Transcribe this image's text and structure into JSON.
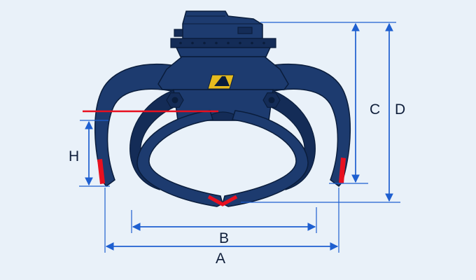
{
  "diagram": {
    "dimension_labels": {
      "A": "A",
      "B": "B",
      "C": "C",
      "D": "D",
      "H": "H"
    },
    "colors": {
      "page_background": "#e9f1f9",
      "machine_body": "#1d3b6f",
      "machine_shadow": "#142c57",
      "machine_outline": "#0a1d3c",
      "dimension_line": "#1e5fd0",
      "reference_red": "#e8101f",
      "logo_yellow": "#e6bb1e",
      "label_text": "#0f1e3a"
    }
  }
}
